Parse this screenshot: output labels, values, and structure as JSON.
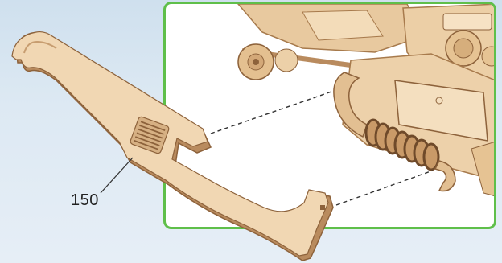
{
  "part": {
    "number": "150"
  },
  "colors": {
    "background": "#d9e6f1",
    "inset_border": "#5fbf4a",
    "wood_light": "#f1d7b3",
    "wood_mid": "#e2bf92",
    "wood_dark": "#b98b5e",
    "wood_edge": "#8d623b",
    "guide_line": "#333333"
  },
  "icons": {
    "part_piece": "wooden-bracket-part",
    "assembly": "wooden-mechanism-assembly"
  }
}
